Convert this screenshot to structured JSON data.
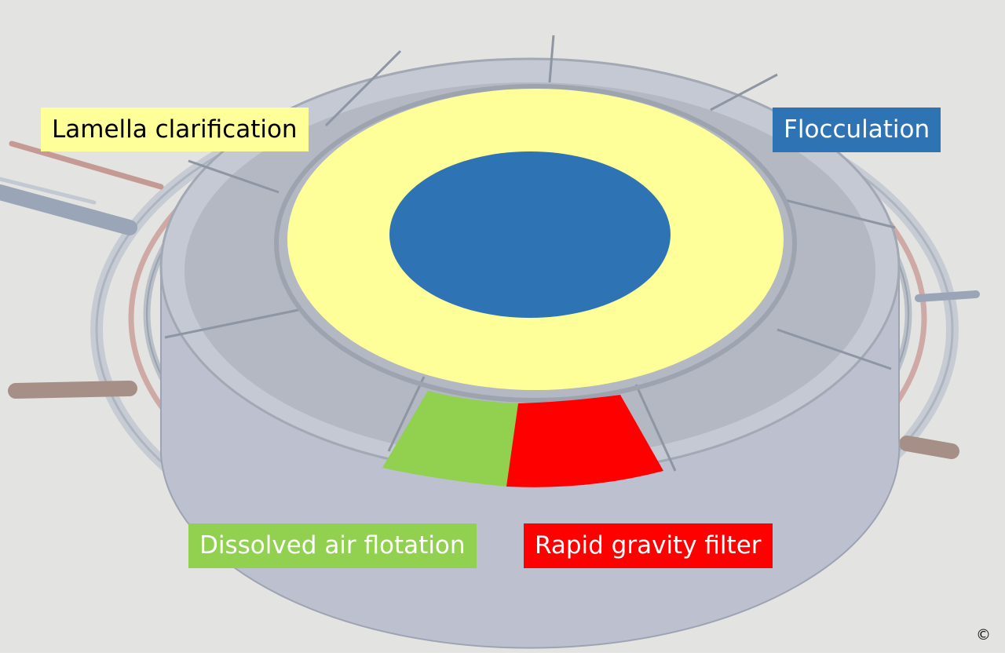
{
  "labels": {
    "lamella": "Lamella clarification",
    "flocculation": "Flocculation",
    "daf": "Dissolved air flotation",
    "rgf": "Rapid gravity filter"
  },
  "copyright": "©",
  "colors": {
    "background": "#e3e4e1",
    "lamella": "#ffff99",
    "flocculation": "#2e74b5",
    "daf": "#92d050",
    "rgf": "#ff0000",
    "label_text_dark": "#000000",
    "label_text_light": "#ffffff"
  }
}
